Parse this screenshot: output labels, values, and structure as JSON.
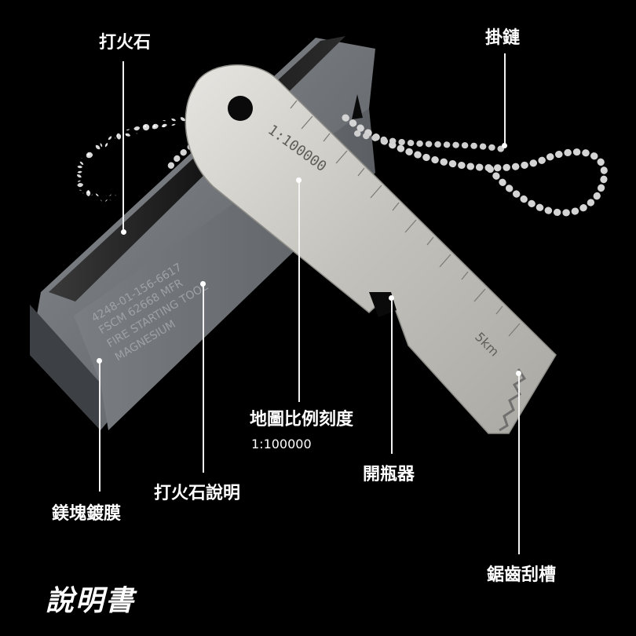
{
  "labels": {
    "ferro_rod": "打火石",
    "chain": "掛鏈",
    "scale": "地圖比例刻度",
    "scale_ratio": "1:100000",
    "bottle_opener": "開瓶器",
    "rod_description": "打火石說明",
    "magnesium_block": "鎂塊鍍膜",
    "saw_groove": "鋸齒刮槽"
  },
  "title": "說明書",
  "tool": {
    "scale_marking": "1:100000",
    "distance_marking": "5km",
    "engraving": [
      "4248-01-156-6617",
      "FSCM 62668 MFR",
      "FIRE STARTING TOOL",
      "MAGNESIUM"
    ]
  },
  "colors": {
    "background": "#000000",
    "block": "#6e7276",
    "steel": "#c9c8c3",
    "rod": "#1e1e1e",
    "text": "#ffffff"
  }
}
